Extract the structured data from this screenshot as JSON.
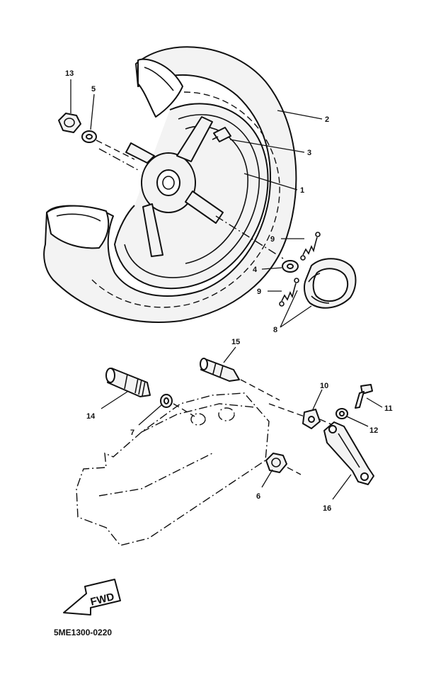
{
  "callouts": {
    "c1": "1",
    "c2": "2",
    "c3": "3",
    "c4": "4",
    "c5": "5",
    "c6": "6",
    "c7": "7",
    "c8": "8",
    "c9a": "9",
    "c9b": "9",
    "c10": "10",
    "c11": "11",
    "c12": "12",
    "c13": "13",
    "c14": "14",
    "c15": "15",
    "c16": "16"
  },
  "direction_arrow": {
    "label": "FWD",
    "icon": "fwd-arrow-icon"
  },
  "diagram_code": "5ME1300-0220",
  "colors": {
    "ink": "#111111",
    "paper": "#ffffff",
    "fill": "#f3f3f3"
  }
}
